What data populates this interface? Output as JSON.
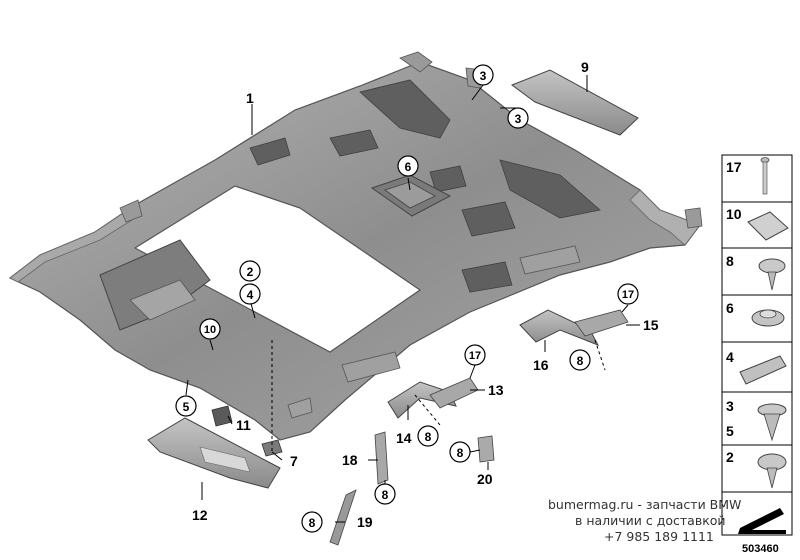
{
  "callouts": {
    "c1": "1",
    "c2": "2",
    "c3a": "3",
    "c3b": "3",
    "c4": "4",
    "c5": "5",
    "c6": "6",
    "c7": "7",
    "c8a": "8",
    "c8b": "8",
    "c8c": "8",
    "c8d": "8",
    "c8e": "8",
    "c9": "9",
    "c10": "10",
    "c11": "11",
    "c12": "12",
    "c13": "13",
    "c14": "14",
    "c15": "15",
    "c16": "16",
    "c17a": "17",
    "c17b": "17",
    "c18": "18",
    "c19": "19",
    "c20": "20"
  },
  "legend": {
    "l17": "17",
    "l10": "10",
    "l8": "8",
    "l6": "6",
    "l4": "4",
    "l3": "3",
    "l5": "5",
    "l2": "2"
  },
  "watermark": {
    "line1": "bumermag.ru - запчасти BMW",
    "line2": "в наличии с доставкой",
    "line3": "+7 985 189 1111"
  },
  "diagram_number": "503460",
  "colors": {
    "headliner": "#8f8f8f",
    "headliner_dark": "#6e6e6e",
    "pad": "#5a5a5a",
    "part": "#9c9c9c",
    "outline": "#444444"
  }
}
